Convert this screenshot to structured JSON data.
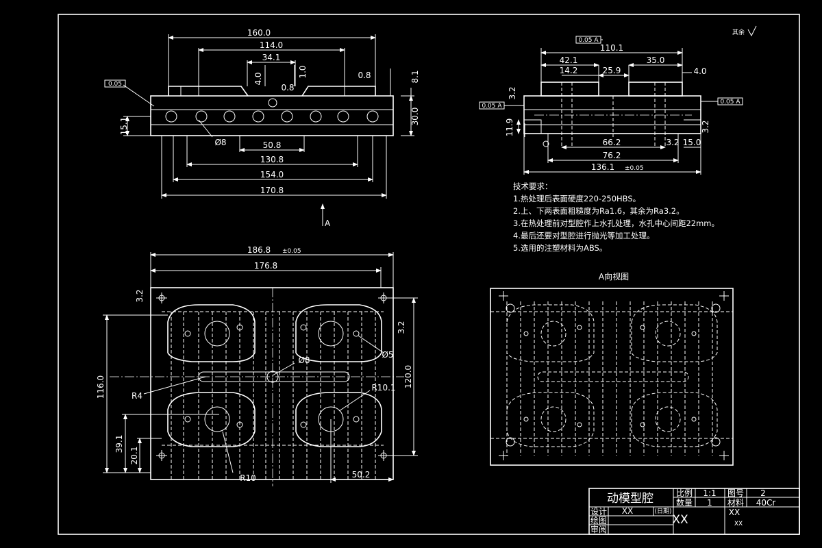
{
  "dimensions": {
    "front": {
      "d160": "160.0",
      "d114": "114.0",
      "d34": "34.1",
      "d4": "4.0",
      "d1": "1.0",
      "r08a": "0.8",
      "r08b": "0.8",
      "d8_1": "8.1",
      "d30": "30.0",
      "d15": "15.1",
      "phi8": "Ø8",
      "d50": "50.8",
      "d130": "130.8",
      "d154": "154.0",
      "d170": "170.8",
      "flatness": "0.05"
    },
    "side": {
      "d110": "110.1",
      "d42": "42.1",
      "d14": "14.2",
      "d25": "25.9",
      "d35": "35.0",
      "d4": "4.0",
      "d32": "3.2",
      "d11": "11.9",
      "d66": "66.2",
      "d76": "76.2",
      "d136": "136.1",
      "d136tag": "±0.05",
      "d15": "15.0",
      "d32b": "3.2",
      "d32c": "3.2",
      "par1": "0.05 A",
      "par2": "0.05 A",
      "par3": "0.05 A",
      "surface_all": "其余"
    },
    "plan": {
      "d186": "186.8",
      "d186tag": "±0.05",
      "d176": "176.8",
      "d32": "3.2",
      "d32b": "3.2",
      "phi5": "Ø5",
      "phi8": "Ø8",
      "d116": "116.0",
      "d120": "120.0",
      "r4": "R4",
      "r10_1": "R10.1",
      "d39": "39.1",
      "d20": "20.1",
      "r10": "R10",
      "d50": "50.2",
      "view_arrow": "A"
    }
  },
  "requirements": {
    "title": "技术要求：",
    "items": [
      "1.热处理后表面硬度220-250HBS。",
      "2.上、下两表面粗糙度为Ra1.6，其余为Ra3.2。",
      "3.在热处理前对型腔作上水孔处理，水孔中心间距22mm。",
      "4.最后还要对型腔进行抛光等加工处理。",
      "5.选用的注塑材料为ABS。"
    ]
  },
  "view_a": {
    "title": "A向视图"
  },
  "title_block": {
    "part_name": "动模型腔",
    "scale_label": "比例",
    "scale_value": "1:1",
    "drawing_no_label": "图号",
    "drawing_no_value": "2",
    "qty_label": "数量",
    "qty_value": "1",
    "material_label": "材料",
    "material_value": "40Cr",
    "design_label": "设计",
    "design_value": "XX",
    "date_label": "(日期)",
    "draw_label": "绘图",
    "review_label": "审阅",
    "company": "XX",
    "school": "XX",
    "school_sub": "XX"
  }
}
